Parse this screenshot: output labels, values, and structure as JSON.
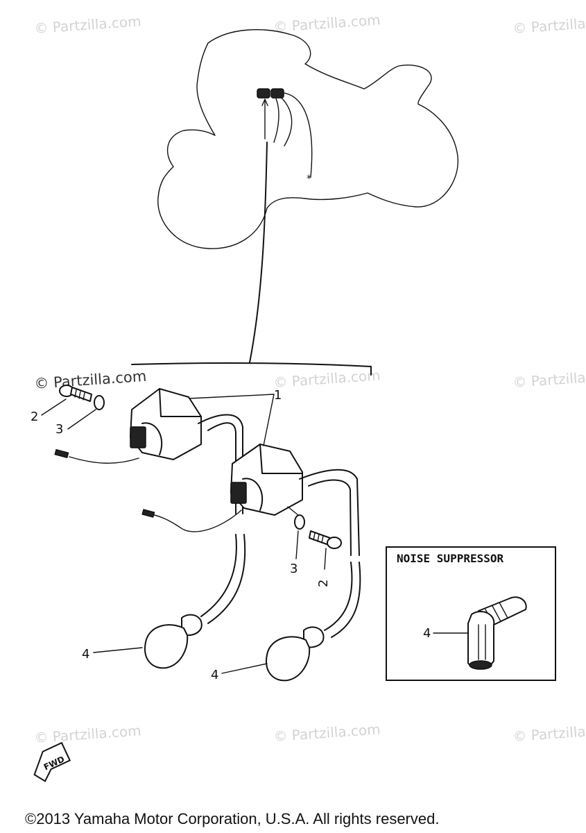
{
  "watermarks": [
    "© Partzilla.com",
    "© Partzilla.com",
    "© Partzilla.com",
    "© Partzilla.com",
    "© Partzilla.com",
    "© Partzilla.com",
    "© Partzilla.com",
    "© Partzilla.com",
    "© Partzilla.com"
  ],
  "callouts": {
    "ignition_coil": "1",
    "bolt_left": "2",
    "washer_left": "3",
    "washer_right": "3",
    "bolt_right": "2",
    "plug_cap_left": "4",
    "plug_cap_right": "4",
    "plug_cap_inset": "4"
  },
  "inset": {
    "title": "NOISE SUPPRESSOR"
  },
  "fwd_label": "FWD",
  "copyright": "©2013 Yamaha Motor Corporation, U.S.A. All rights reserved."
}
